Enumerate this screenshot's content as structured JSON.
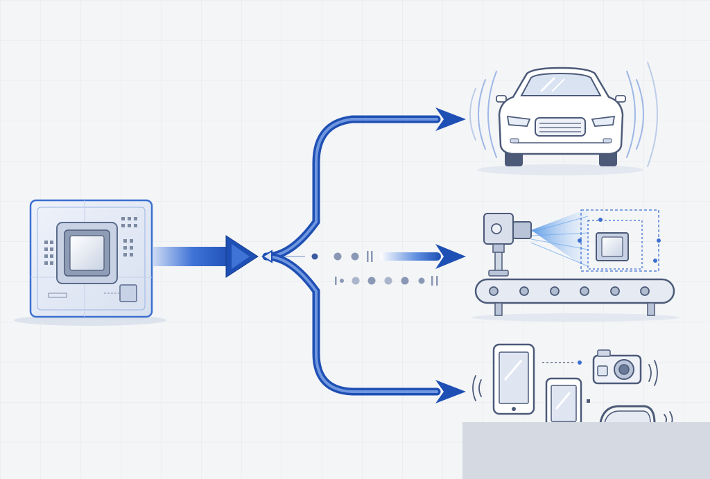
{
  "diagram": {
    "source": {
      "kind": "processor-chip"
    },
    "branches": [
      {
        "target": "car",
        "icon": "car-icon"
      },
      {
        "target": "industrial-inspection",
        "icon": "conveyor-camera-icon"
      },
      {
        "target": "consumer-devices",
        "icon": "devices-icon"
      }
    ],
    "colors": {
      "background": "#f4f5f7",
      "grid": "#e3e6eb",
      "arrow_dark": "#1e4fb4",
      "arrow_light": "#7ea2e0",
      "outline": "#5a6b8c",
      "panel": "#d5d9e1",
      "chip_frame": "#3b6fd0"
    }
  }
}
